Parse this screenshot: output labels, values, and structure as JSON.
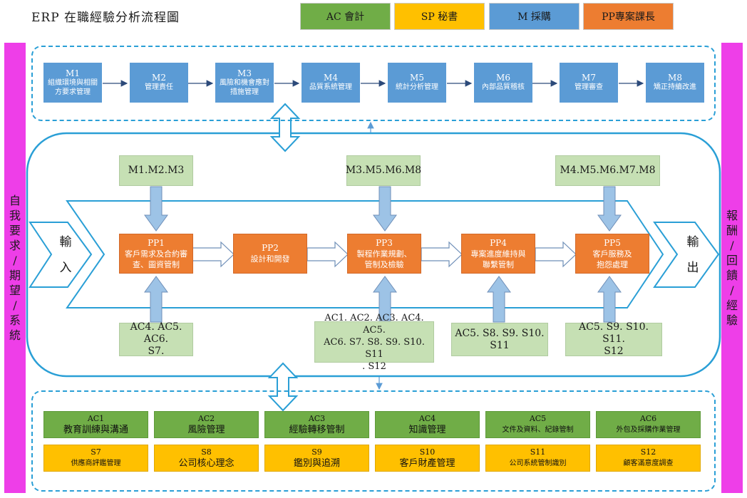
{
  "title": "ERP  在職經驗分析流程圖",
  "legend": [
    {
      "label": "AC 會計",
      "color": "#70ad47"
    },
    {
      "label": "SP 秘書",
      "color": "#ffc000"
    },
    {
      "label": "M 採購",
      "color": "#5b9bd5"
    },
    {
      "label": "PP專案課長",
      "color": "#ed7d31"
    }
  ],
  "left_side": [
    "自",
    "我",
    "要",
    "求",
    "/",
    "期",
    "望",
    "/",
    "系",
    "統"
  ],
  "right_side": [
    "報",
    "酬",
    "/",
    "回",
    "饋",
    "/",
    "經",
    "驗"
  ],
  "m_steps": [
    {
      "code": "M1",
      "line1": "組織環境與相關",
      "line2": "方要求管理"
    },
    {
      "code": "M2",
      "line1": "管理責任",
      "line2": ""
    },
    {
      "code": "M3",
      "line1": "風險和機會應對",
      "line2": "措施管理"
    },
    {
      "code": "M4",
      "line1": "品質系統管理",
      "line2": ""
    },
    {
      "code": "M5",
      "line1": "統計分析管理",
      "line2": ""
    },
    {
      "code": "M6",
      "line1": "內部品質稽核",
      "line2": ""
    },
    {
      "code": "M7",
      "line1": "管理審查",
      "line2": ""
    },
    {
      "code": "M8",
      "line1": "矯正持續改進",
      "line2": ""
    }
  ],
  "top_refs": [
    "M1.M2.M3",
    "M3.M5.M6.M8",
    "M4.M5.M6.M7.M8"
  ],
  "pp_steps": [
    {
      "code": "PP1",
      "line1": "客戶需求及合約審",
      "line2": "查、圖資管制"
    },
    {
      "code": "PP2",
      "line1": "設計和開發",
      "line2": ""
    },
    {
      "code": "PP3",
      "line1": "製程作業規劃、",
      "line2": "管制及檢驗"
    },
    {
      "code": "PP4",
      "line1": "專案進度維持與",
      "line2": "聯繫管制"
    },
    {
      "code": "PP5",
      "line1": "客戶服務及",
      "line2": "抱怨處理"
    }
  ],
  "input_label": [
    "輸",
    "入"
  ],
  "output_label": [
    "輸",
    "出"
  ],
  "bottom_refs": [
    {
      "line1": "AC4. AC5. AC6.",
      "line2": "S7.",
      "line3": ""
    },
    {
      "line1": "AC1. AC2. AC3. AC4. AC5.",
      "line2": "AC6. S7. S8. S9. S10. S11",
      "line3": ". S12"
    },
    {
      "line1": "AC5. S8. S9. S10.",
      "line2": "S11",
      "line3": ""
    },
    {
      "line1": "AC5. S9. S10. S11.",
      "line2": "S12",
      "line3": ""
    }
  ],
  "ac_items": [
    {
      "code": "AC1",
      "label": "教育訓練與溝通"
    },
    {
      "code": "AC2",
      "label": "風險管理"
    },
    {
      "code": "AC3",
      "label": "經驗轉移管制"
    },
    {
      "code": "AC4",
      "label": "知識管理"
    },
    {
      "code": "AC5",
      "label": "文件及資料、紀錄管制"
    },
    {
      "code": "AC6",
      "label": "外包及採購作業管理"
    }
  ],
  "s_items": [
    {
      "code": "S7",
      "label": "供應商評鑑管理"
    },
    {
      "code": "S8",
      "label": "公司核心理念"
    },
    {
      "code": "S9",
      "label": "鑑別與追溯"
    },
    {
      "code": "S10",
      "label": "客戶財產管理"
    },
    {
      "code": "S11",
      "label": "公司系統管制識別"
    },
    {
      "code": "S12",
      "label": "顧客滿意度調查"
    }
  ],
  "colors": {
    "blue": "#5b9bd5",
    "orange": "#ed7d31",
    "green": "#70ad47",
    "yellow": "#ffc000",
    "magenta": "#ee3ee8",
    "light_green": "#c6e0b4",
    "cyan": "#2a9fd6"
  }
}
